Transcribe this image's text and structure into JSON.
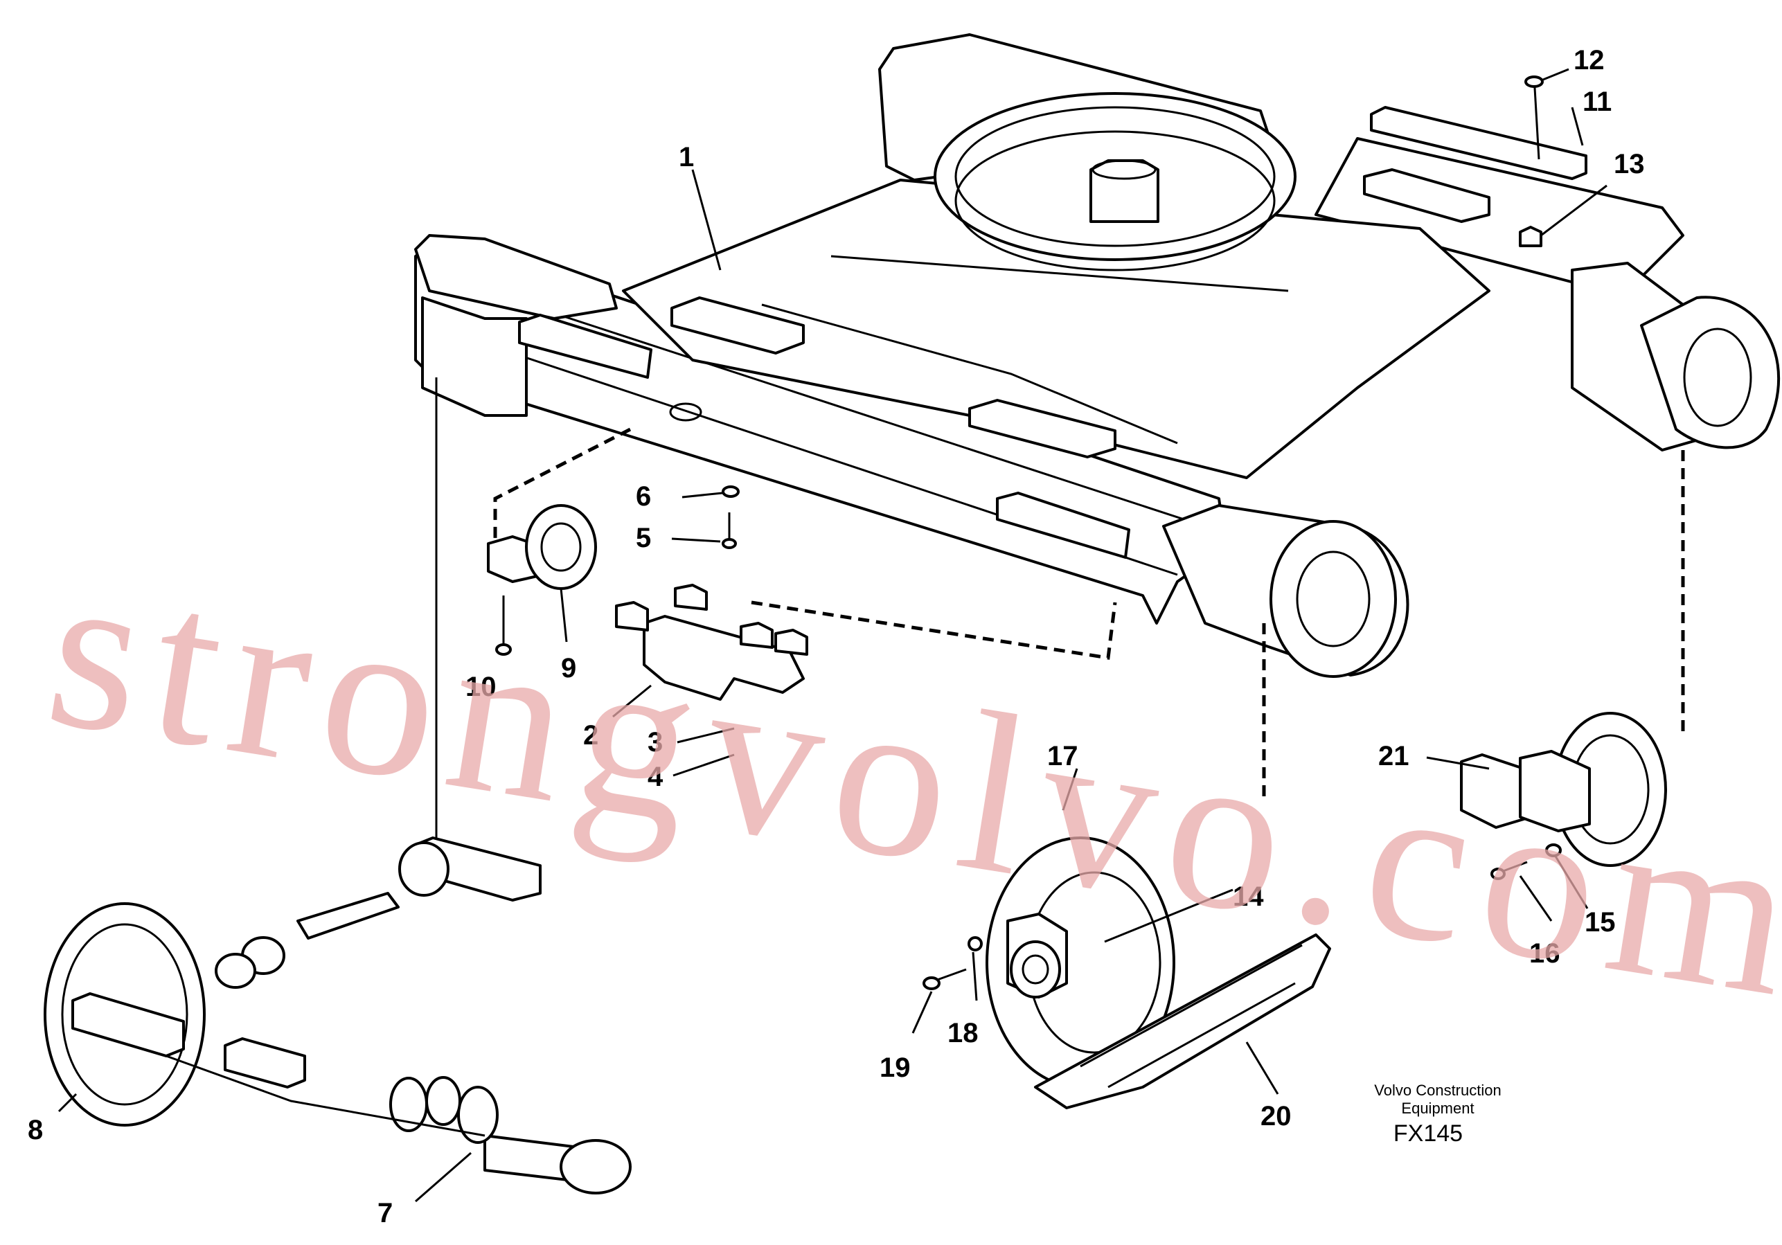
{
  "diagram": {
    "callouts": [
      "1",
      "2",
      "3",
      "4",
      "5",
      "6",
      "7",
      "8",
      "9",
      "10",
      "11",
      "12",
      "13",
      "14",
      "15",
      "16",
      "17",
      "18",
      "19",
      "20",
      "21"
    ],
    "caption": {
      "line1": "Volvo Construction",
      "line2": "Equipment",
      "code": "FX145"
    },
    "watermark": "strongvolvo.com"
  }
}
